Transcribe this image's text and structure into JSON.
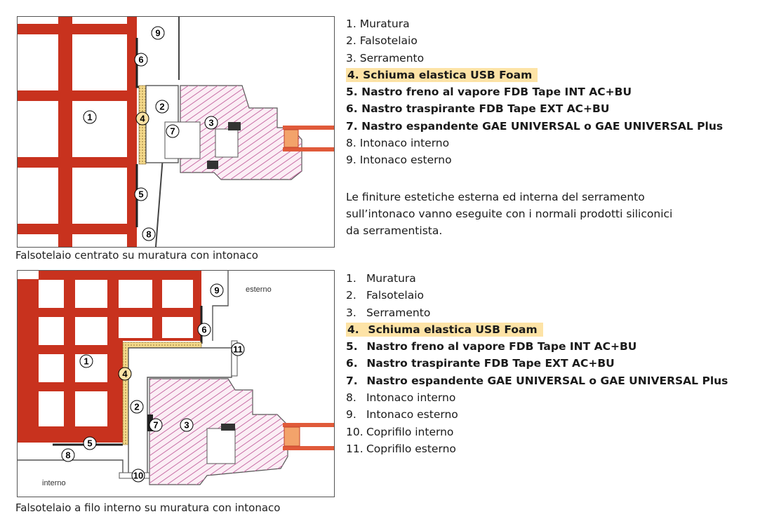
{
  "top": {
    "caption": "Falsotelaio centrato su muratura con intonaco",
    "legend": [
      {
        "num": "1.",
        "text": "Muratura",
        "bold": false,
        "highlight": false
      },
      {
        "num": "2.",
        "text": "Falsotelaio",
        "bold": false,
        "highlight": false
      },
      {
        "num": "3.",
        "text": "Serramento",
        "bold": false,
        "highlight": false
      },
      {
        "num": "4.",
        "text": "Schiuma elastica USB Foam",
        "bold": true,
        "highlight": true
      },
      {
        "num": "5.",
        "text": "Nastro freno al vapore FDB Tape INT AC+BU",
        "bold": true,
        "highlight": false
      },
      {
        "num": "6.",
        "text": "Nastro traspirante FDB Tape EXT AC+BU",
        "bold": true,
        "highlight": false
      },
      {
        "num": "7.",
        "text": "Nastro espandente GAE UNIVERSAL o GAE UNIVERSAL Plus",
        "bold": true,
        "highlight": false
      },
      {
        "num": "8.",
        "text": "Intonaco interno",
        "bold": false,
        "highlight": false
      },
      {
        "num": "9.",
        "text": "Intonaco esterno",
        "bold": false,
        "highlight": false
      }
    ],
    "note": "Le finiture estetiche esterna ed interna del serramento sull’intonaco vanno eseguite con i normali prodotti siliconici da serramentista.",
    "callouts": {
      "c1": "1",
      "c2": "2",
      "c3": "3",
      "c4": "4",
      "c5": "5",
      "c6": "6",
      "c7": "7",
      "c8": "8",
      "c9": "9"
    }
  },
  "bottom": {
    "caption": "Falsotelaio a filo interno su muratura con intonaco",
    "legend": [
      {
        "num": "1.",
        "text": "Muratura",
        "bold": false,
        "highlight": false
      },
      {
        "num": "2.",
        "text": "Falsotelaio",
        "bold": false,
        "highlight": false
      },
      {
        "num": "3.",
        "text": "Serramento",
        "bold": false,
        "highlight": false
      },
      {
        "num": "4.",
        "text": "Schiuma elastica USB Foam",
        "bold": true,
        "highlight": true
      },
      {
        "num": "5.",
        "text": "Nastro freno al vapore FDB Tape INT AC+BU",
        "bold": true,
        "highlight": false
      },
      {
        "num": "6.",
        "text": "Nastro traspirante FDB Tape EXT AC+BU",
        "bold": true,
        "highlight": false
      },
      {
        "num": "7.",
        "text": "Nastro espandente GAE UNIVERSAL o GAE UNIVERSAL Plus",
        "bold": true,
        "highlight": false
      },
      {
        "num": "8.",
        "text": "Intonaco interno",
        "bold": false,
        "highlight": false
      },
      {
        "num": "9.",
        "text": "Intonaco esterno",
        "bold": false,
        "highlight": false
      },
      {
        "num": "10.",
        "text": "Coprifilo interno",
        "bold": false,
        "highlight": false
      },
      {
        "num": "11.",
        "text": "Coprifilo esterno",
        "bold": false,
        "highlight": false
      }
    ],
    "labels": {
      "esterno": "esterno",
      "interno": "interno"
    },
    "callouts": {
      "c1": "1",
      "c2": "2",
      "c3": "3",
      "c4": "4",
      "c5": "5",
      "c6": "6",
      "c7": "7",
      "c8": "8",
      "c9": "9",
      "c10": "10",
      "c11": "11"
    }
  },
  "colors": {
    "brick": "#c8321e",
    "highlight": "#fde3a6",
    "wood": "#c86fa6",
    "foam": "#f4d98a",
    "glass": "#e05a3a"
  }
}
